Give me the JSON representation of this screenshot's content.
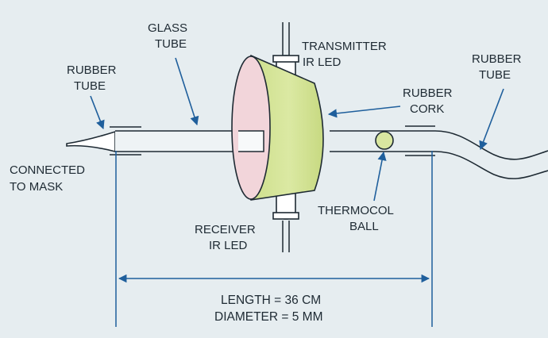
{
  "diagram": {
    "labels": {
      "glass_tube": [
        "GLASS",
        "TUBE"
      ],
      "transmitter": [
        "TRANSMITTER",
        "IR LED"
      ],
      "rubber_tube_left": [
        "RUBBER",
        "TUBE"
      ],
      "rubber_tube_right": [
        "RUBBER",
        "TUBE"
      ],
      "rubber_cork": [
        "RUBBER",
        "CORK"
      ],
      "connected": [
        "CONNECTED",
        "TO MASK"
      ],
      "thermocol": [
        "THERMOCOL",
        "BALL"
      ],
      "receiver": [
        "RECEIVER",
        "IR LED"
      ]
    },
    "dimensions": {
      "length": "LENGTH =  36 CM",
      "diameter": "DIAMETER = 5 MM"
    },
    "colors": {
      "background": "#e6edf0",
      "cork_fill": "#d5e596",
      "cork_face": "#f0cfd6",
      "line": "#1e2a33",
      "arrow": "#1f5f9c"
    }
  }
}
